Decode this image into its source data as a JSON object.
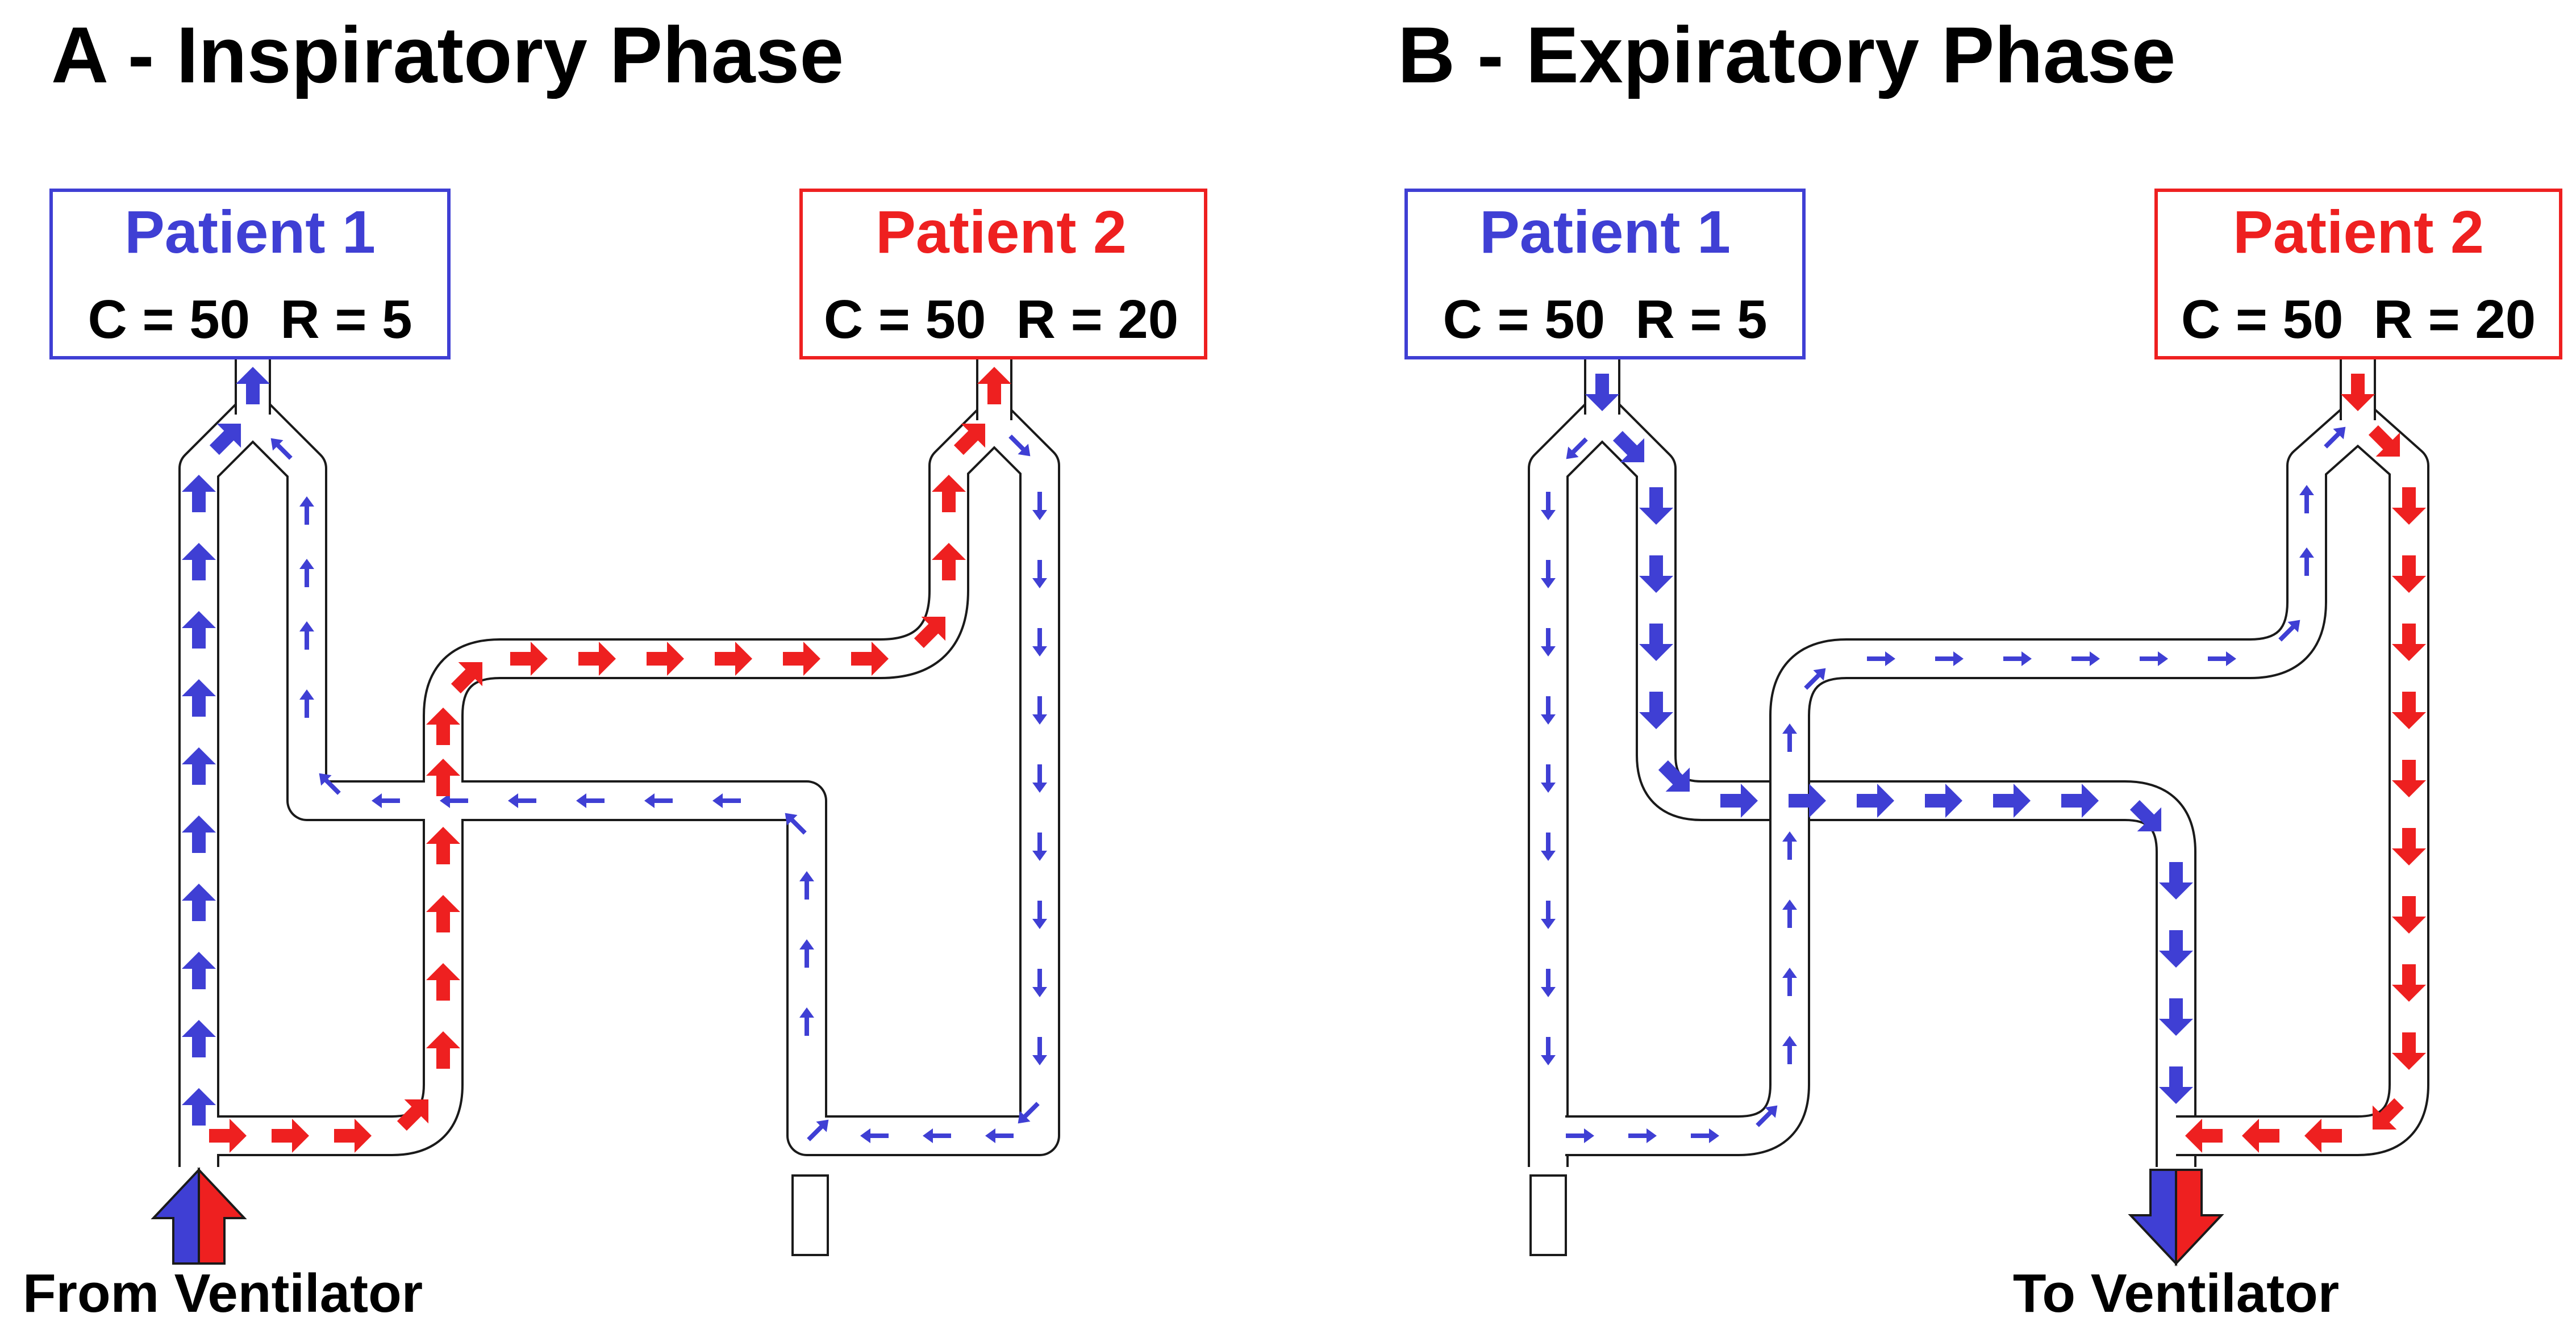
{
  "colors": {
    "patient1": "#3f3fd4",
    "patient2": "#ee2020",
    "tube_outline": "#1a1a1a",
    "text": "#000000"
  },
  "panels": [
    {
      "title": "A - Inspiratory Phase",
      "patient1": {
        "name": "Patient 1",
        "params": "C = 50  R = 5"
      },
      "patient2": {
        "name": "Patient 2",
        "params": "C = 50  R = 20"
      },
      "ventilator_label": "From Ventilator",
      "ventilator_arrow": "up-arrow-icon"
    },
    {
      "title": "B - Expiratory Phase",
      "patient1": {
        "name": "Patient 1",
        "params": "C = 50  R = 5"
      },
      "patient2": {
        "name": "Patient 2",
        "params": "C = 50  R = 20"
      },
      "ventilator_label": "To Ventilator",
      "ventilator_arrow": "down-arrow-icon"
    }
  ]
}
